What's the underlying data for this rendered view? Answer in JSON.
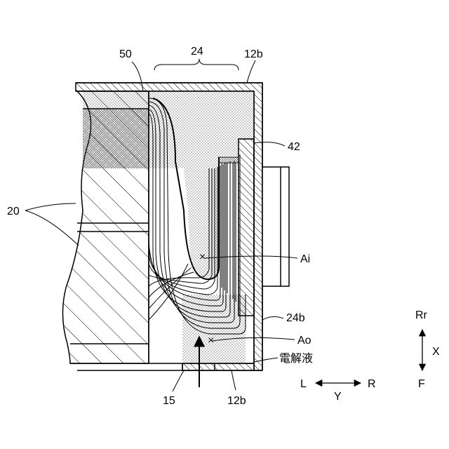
{
  "figure": {
    "labels": {
      "label_50": "50",
      "label_24": "24",
      "label_12b_top": "12b",
      "label_42": "42",
      "label_20": "20",
      "label_ai": "Ai",
      "label_24b": "24b",
      "label_ao": "Ao",
      "label_electrolyte": "電解液",
      "label_15": "15",
      "label_12b_bottom": "12b",
      "label_l": "L",
      "label_r": "R",
      "label_y": "Y",
      "label_rr": "Rr",
      "label_f": "F",
      "label_x": "X"
    },
    "colors": {
      "line": "#000000",
      "background": "#ffffff"
    }
  }
}
